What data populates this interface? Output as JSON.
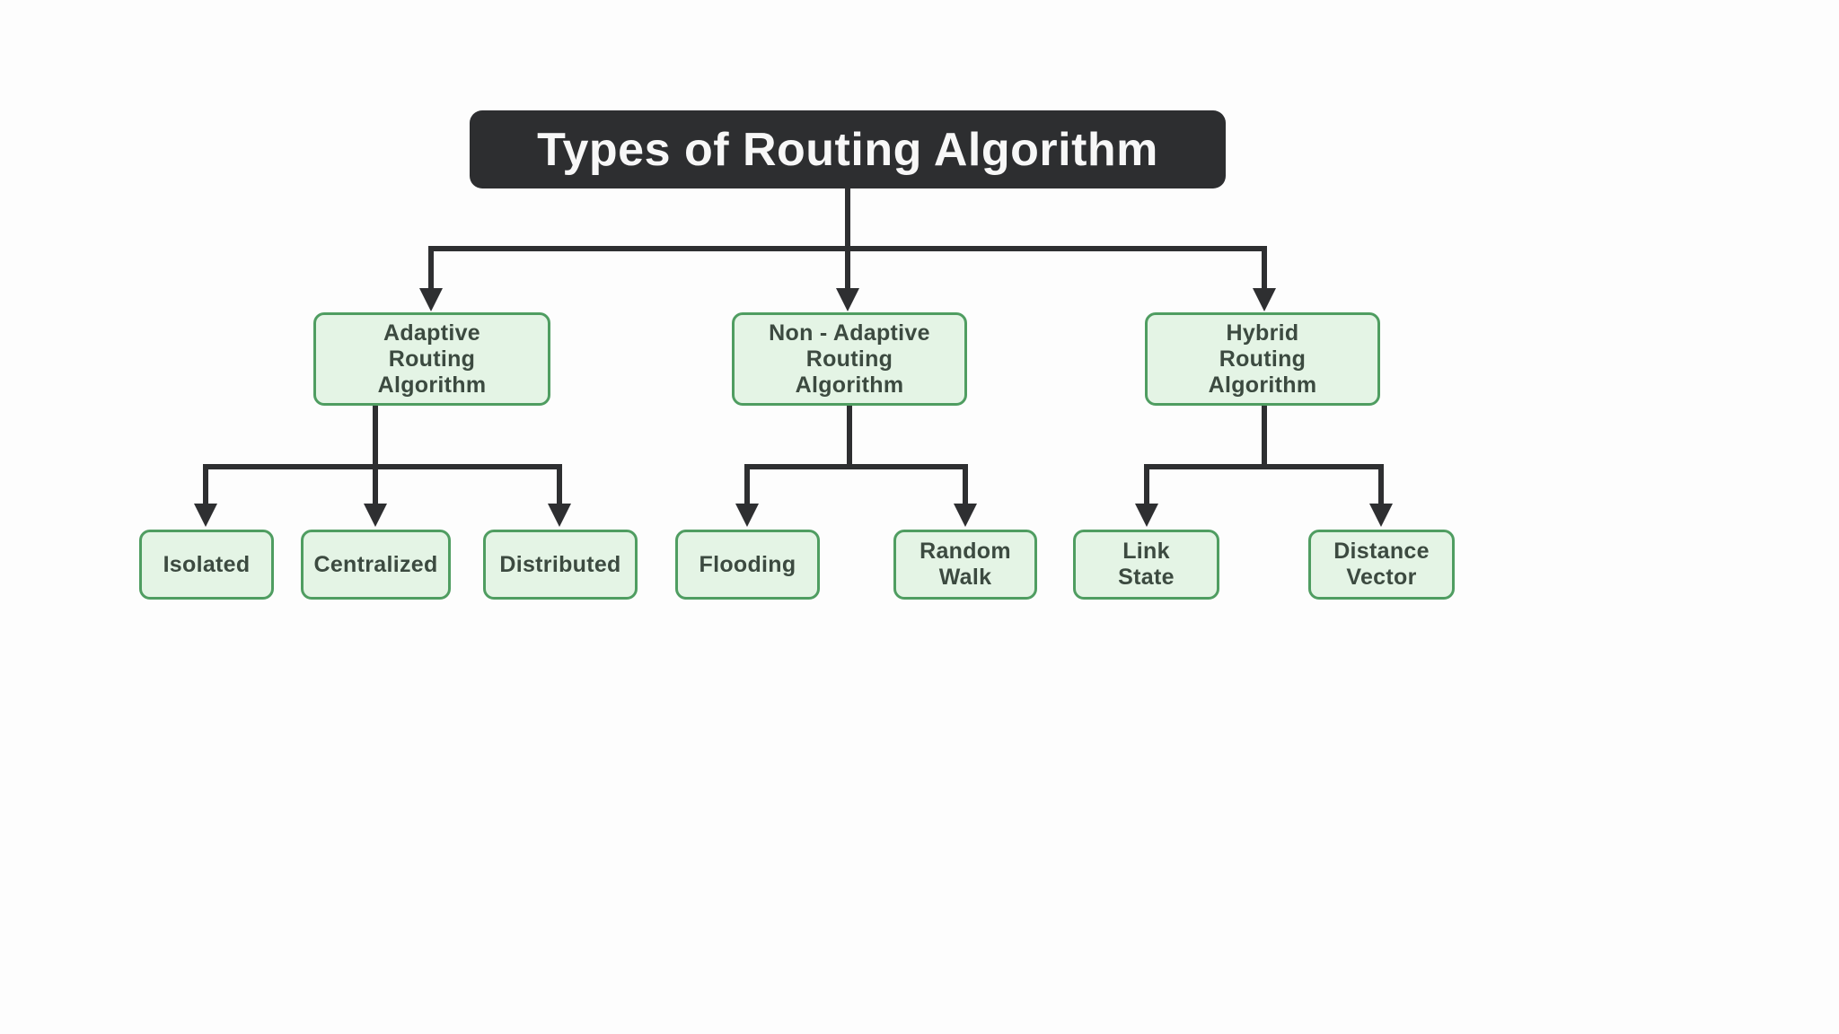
{
  "title": "Types of Routing Algorithm",
  "colors": {
    "background": "#fdfdfd",
    "title_bg": "#2d2e30",
    "title_text": "#f7f7f7",
    "box_fill": "#e4f4e5",
    "box_border": "#4f9d61",
    "box_text": "#3c4a40",
    "connector": "#2e2f31"
  },
  "tree": {
    "branches": [
      {
        "label": "Adaptive Routing Algorithm",
        "lines": [
          "Adaptive",
          "Routing",
          "Algorithm"
        ],
        "children": [
          {
            "label": "Isolated",
            "lines": [
              "Isolated"
            ]
          },
          {
            "label": "Centralized",
            "lines": [
              "Centralized"
            ]
          },
          {
            "label": "Distributed",
            "lines": [
              "Distributed"
            ]
          }
        ]
      },
      {
        "label": "Non - Adaptive Routing Algorithm",
        "lines": [
          "Non - Adaptive",
          "Routing",
          "Algorithm"
        ],
        "children": [
          {
            "label": "Flooding",
            "lines": [
              "Flooding"
            ]
          },
          {
            "label": "Random Walk",
            "lines": [
              "Random",
              "Walk"
            ]
          }
        ]
      },
      {
        "label": "Hybrid Routing Algorithm",
        "lines": [
          "Hybrid",
          "Routing",
          "Algorithm"
        ],
        "children": [
          {
            "label": "Link State",
            "lines": [
              "Link",
              "State"
            ]
          },
          {
            "label": "Distance Vector",
            "lines": [
              "Distance",
              "Vector"
            ]
          }
        ]
      }
    ]
  }
}
